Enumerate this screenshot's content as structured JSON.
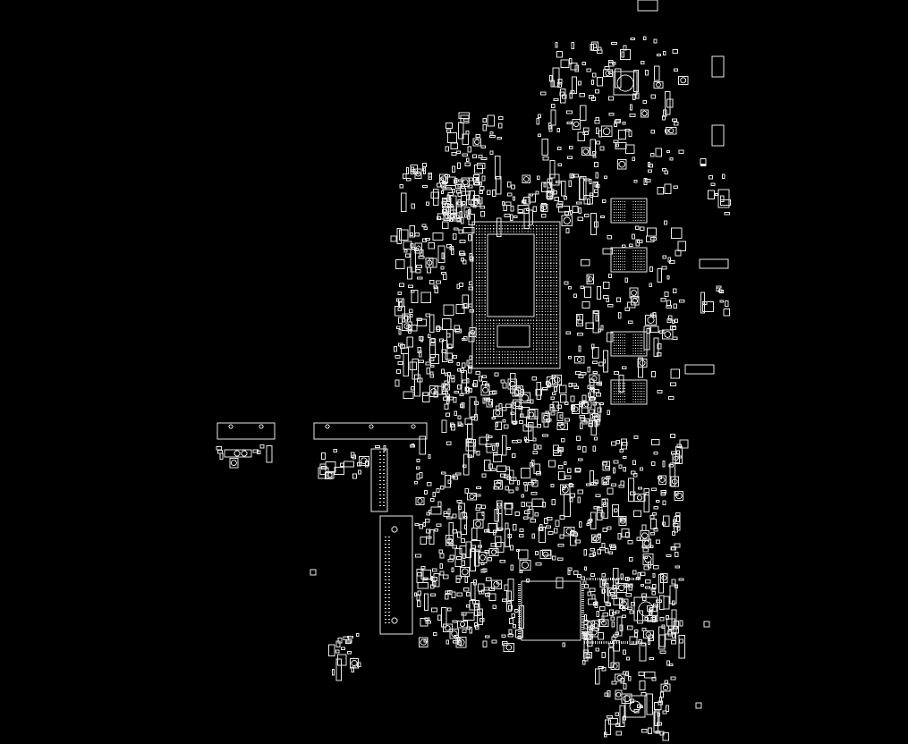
{
  "view": {
    "background": "#000000",
    "stroke": "#e8e8e8"
  },
  "components": {
    "cpu": "bga-cpu-package",
    "memory": [
      "dram-chip-1",
      "dram-chip-2",
      "dram-chip-3",
      "dram-chip-4"
    ],
    "controller": "qfn-controller-chip",
    "connectors": [
      "board-connector-left",
      "board-connector-mid"
    ]
  }
}
